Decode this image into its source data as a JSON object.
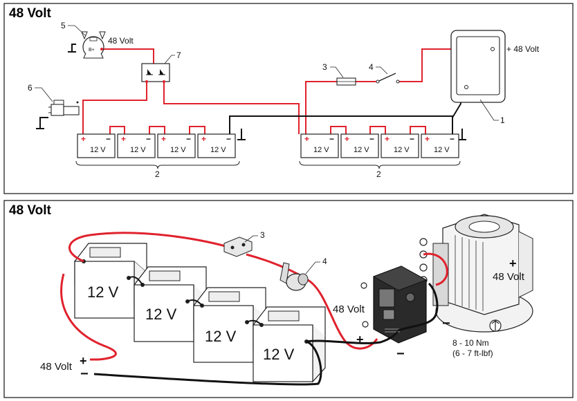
{
  "panels": [
    {
      "title": "48 Volt"
    },
    {
      "title": "48 Volt"
    }
  ],
  "schematic": {
    "callouts": [
      "1",
      "2",
      "2",
      "3",
      "4",
      "5",
      "6",
      "7"
    ],
    "alternator_label": "48 Volt",
    "alternator_terminal": "B+",
    "output_label": "+ 48 Volt",
    "battery_label": "12 V",
    "plus": "+",
    "minus": "−"
  },
  "pictorial": {
    "callouts": [
      "3",
      "4"
    ],
    "battery_label": "12 V",
    "source_label": "48 Volt",
    "source_plus": "+",
    "source_minus": "−",
    "controller_label": "48 Volt",
    "motor_label": "48 Volt",
    "torque_nm": "8 - 10 Nm",
    "torque_ftlbf": "(6 - 7 ft-lbf)"
  },
  "colors": {
    "positive_wire": "#e0222d",
    "negative_wire": "#111111",
    "frame": "#222222"
  }
}
